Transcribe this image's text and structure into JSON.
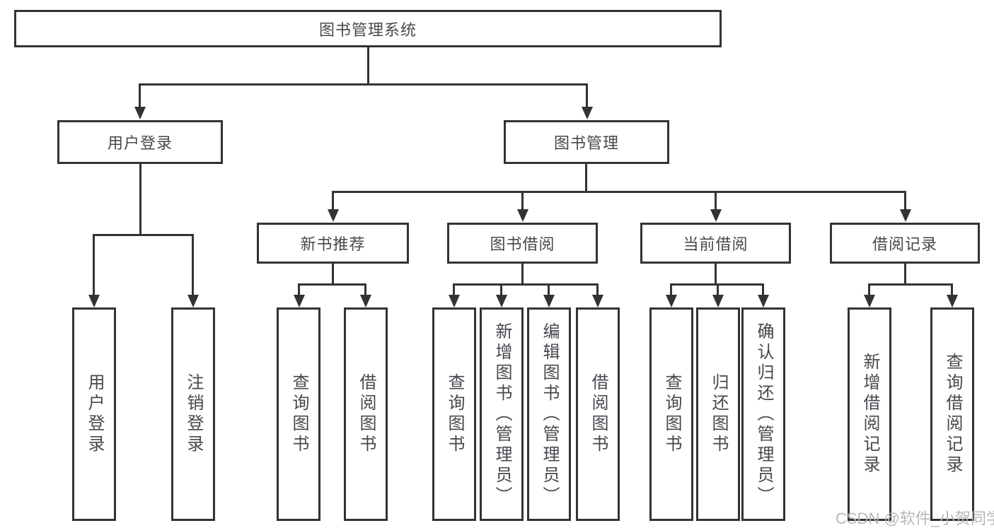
{
  "page": {
    "watermark": "CSDN @软件_小贺同学"
  },
  "colors": {
    "line": "#333333",
    "border": "#333333",
    "text": "#45484d",
    "watermark": "#b8b8b8",
    "box_bg": "#ffffff",
    "page_bg": "#ffffff"
  },
  "tree": {
    "label": "图书管理系统",
    "children": [
      {
        "label": "用户登录",
        "leaves": [
          "用户登录",
          "注销登录"
        ]
      },
      {
        "label": "图书管理",
        "children": [
          {
            "label": "新书推荐",
            "leaves": [
              "查询图书",
              "借阅图书"
            ]
          },
          {
            "label": "图书借阅",
            "leaves": [
              "查询图书",
              "新增图书（管理员）",
              "编辑图书（管理员）",
              "借阅图书"
            ]
          },
          {
            "label": "当前借阅",
            "leaves": [
              "查询图书",
              "归还图书",
              "确认归还（管理员）"
            ]
          },
          {
            "label": "借阅记录",
            "leaves": [
              "新增借阅记录",
              "查询借阅记录"
            ]
          }
        ]
      }
    ]
  }
}
